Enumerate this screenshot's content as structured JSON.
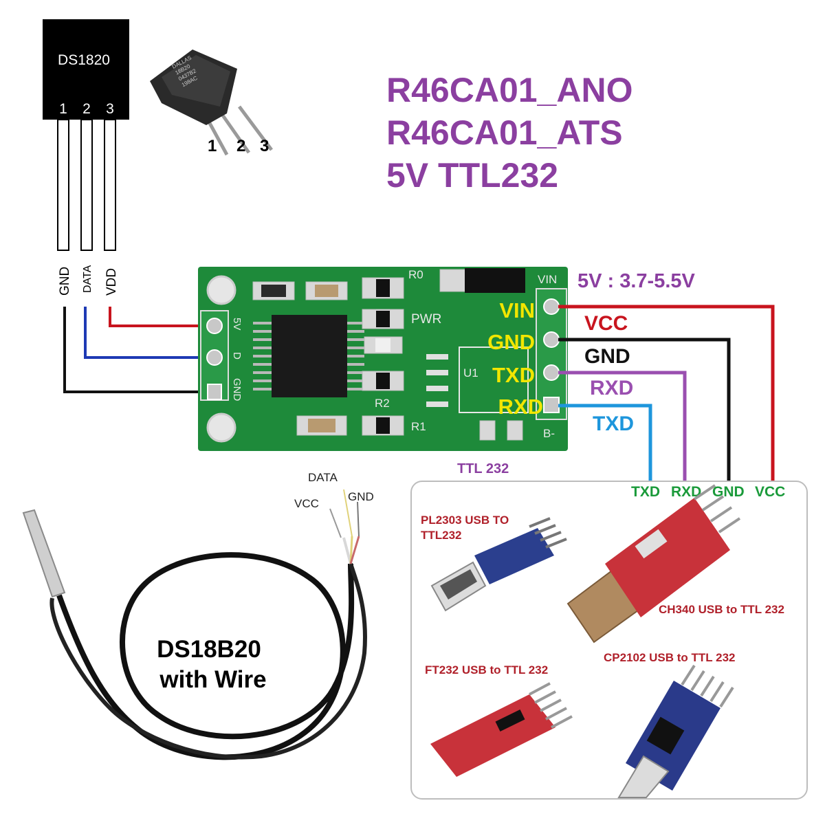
{
  "colors": {
    "title": "#8b3fa0",
    "pcb": "#1e8a3a",
    "pcb_dark": "#136b2a",
    "pin_yellow": "#f2e600",
    "red": "#c8141e",
    "blue": "#1e96dc",
    "purple": "#9a4fb0",
    "black": "#111111",
    "green_label": "#1a9a3a",
    "adapter_red": "#c8323a",
    "adapter_blue": "#2a3a8a",
    "dark_red_text": "#b0202a"
  },
  "icons": {
    "sensor_chip": "ds1820-chip-icon",
    "to92": "to92-package-icon",
    "probe": "ds18b20-probe-icon"
  },
  "title_lines": [
    "R46CA01_ANO",
    "R46CA01_ATS",
    "5V  TTL232"
  ],
  "ds1820": {
    "name": "DS1820",
    "pin_numbers": [
      "1",
      "2",
      "3"
    ],
    "pin_labels": [
      "GND",
      "DATA",
      "VDD"
    ]
  },
  "to92": {
    "marking": [
      "DALLAS",
      "18B20",
      "0437B2",
      "198AC"
    ],
    "pin_numbers": [
      "1",
      "2",
      "3"
    ]
  },
  "power_spec": "5V : 3.7-5.5V",
  "board": {
    "silk": {
      "r0": "R0",
      "pwr": "PWR",
      "r2": "R2",
      "r1": "R1",
      "u1": "U1",
      "vin": "VIN",
      "b_minus": "B-",
      "sensor_pins": [
        "5V",
        "D",
        "GND"
      ]
    },
    "pin_labels": [
      "VIN",
      "GND",
      "TXD",
      "RXD"
    ]
  },
  "wire_labels": [
    "VCC",
    "GND",
    "RXD",
    "TXD"
  ],
  "ttl_label": "TTL 232",
  "adapter_pins": [
    "TXD",
    "RXD",
    "GND",
    "VCC"
  ],
  "adapters": {
    "pl2303": "PL2303 USB TO\nTTL232",
    "ch340": "CH340  USB to TTL 232",
    "ft232": "FT232   USB to TTL 232",
    "cp2102": "CP2102 USB to TTL 232"
  },
  "probe": {
    "wire_labels": [
      "DATA",
      "VCC",
      "GND"
    ],
    "caption": [
      "DS18B20",
      "with Wire"
    ]
  }
}
